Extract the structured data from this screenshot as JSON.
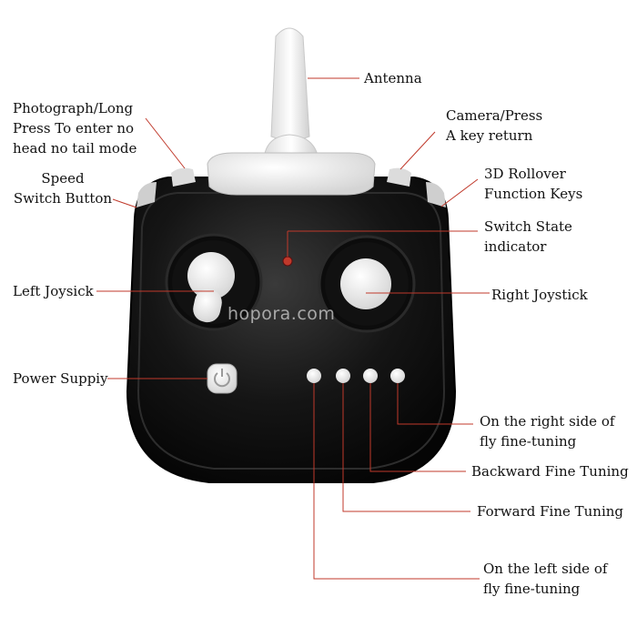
{
  "watermark": "hopora.com",
  "colors": {
    "callout_line": "#c0392b",
    "body": "#111111",
    "accent_white": "#eeeeee",
    "led": "#c0392b"
  },
  "labels": {
    "antenna": "Antenna",
    "photograph": [
      "Photograph/Long",
      "Press To enter no",
      "head no tail mode"
    ],
    "camera": [
      "Camera/Press",
      "A key return"
    ],
    "speed": [
      "Speed",
      "Switch Button"
    ],
    "rollover": [
      "3D Rollover",
      "Function Keys"
    ],
    "switch_state": [
      "Switch State",
      "indicator"
    ],
    "left_joystick": "Left  Joysick",
    "right_joystick": "Right Joystick",
    "power": "Power Suppiy",
    "right_side_tuning": [
      "On the right side of",
      "fly fine-tuning"
    ],
    "backward_tuning": "Backward Fine Tuning",
    "forward_tuning": "Forward Fine Tuning",
    "left_side_tuning": [
      "On the left side of",
      "fly fine-tuning"
    ]
  }
}
